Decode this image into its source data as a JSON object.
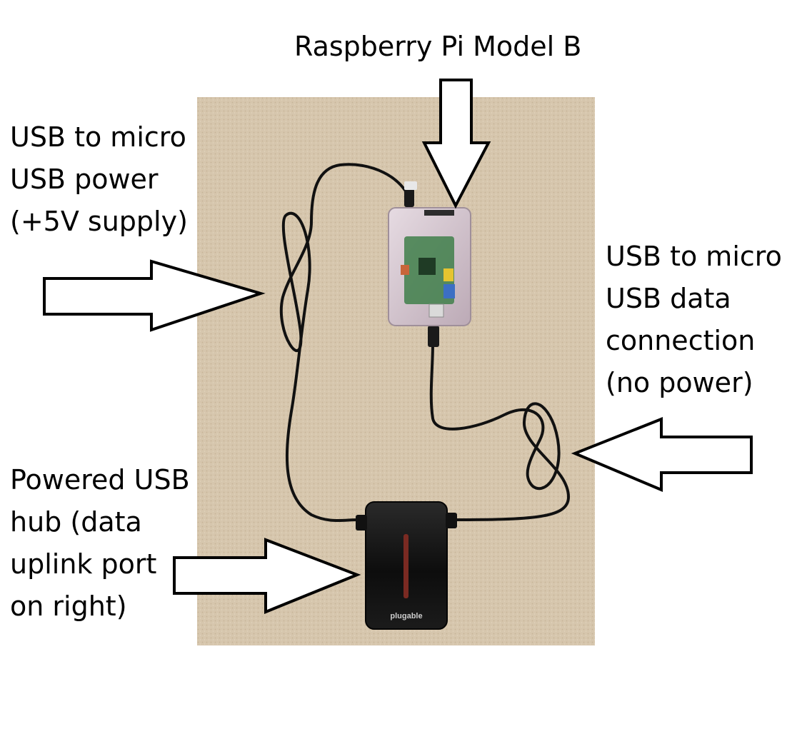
{
  "labels": {
    "title": "Raspberry Pi Model B",
    "power_cable": [
      "USB to micro",
      "USB power",
      "(+5V supply)"
    ],
    "data_cable": [
      "USB to micro",
      "USB data",
      "connection",
      "(no power)"
    ],
    "usb_hub": [
      "Powered USB",
      "hub (data",
      "uplink port",
      "on right)"
    ]
  },
  "photo": {
    "hub_brand": "plugable"
  },
  "colors": {
    "carpet": "#d6c6ad",
    "cable": "#111111",
    "pi_case": "#d8ccd4",
    "pi_board": "#3f7f4a",
    "hub_body": "#121212",
    "arrow_fill": "#ffffff",
    "arrow_stroke": "#000000"
  }
}
